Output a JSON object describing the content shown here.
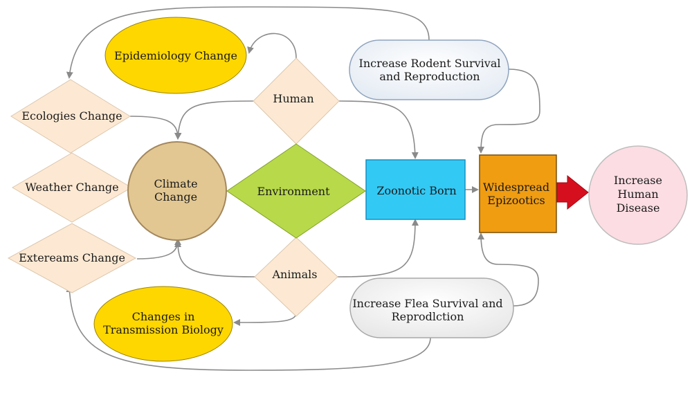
{
  "nodes": {
    "epidemiology_change": "Epidemiology Change",
    "ecologies_change": "Ecologies Change",
    "weather_change": "Weather Change",
    "extereams_change": "Extereams Change",
    "human": "Human",
    "animals": "Animals",
    "climate_change": [
      "Climate",
      "Change"
    ],
    "environment": "Environment",
    "zoonotic_born": "Zoonotic Born",
    "transmission_biology": [
      "Changes in",
      "Transmission Biology"
    ],
    "rodent_survival": [
      "Increase Rodent Survival",
      "and Reproduction"
    ],
    "flea_survival": [
      "Increase Flea Survival and",
      "Reprodlction"
    ],
    "widespread_epizootics": [
      "Widespread",
      "Epizootics"
    ],
    "human_disease": [
      "Increase",
      "Human",
      "Disease"
    ]
  },
  "colors": {
    "yellow_ellipse": "#ffd700",
    "diamond_fill": "#fde9d3",
    "diamond_stroke": "#dcc7ae",
    "climate_fill": "#e2c792",
    "climate_stroke": "#a3875d",
    "environment_fill": "#b8d94a",
    "environment_stroke": "#82a12a",
    "zoonotic_fill": "#33c9f5",
    "zoonotic_stroke": "#1b8ec0",
    "epizootics_fill": "#f19d12",
    "epizootics_stroke": "#7a4f05",
    "disease_fill": "#fcdde3",
    "disease_stroke": "#bdbdbd",
    "big_arrow": "#d60f1f",
    "connector": "#8a8a8a"
  }
}
